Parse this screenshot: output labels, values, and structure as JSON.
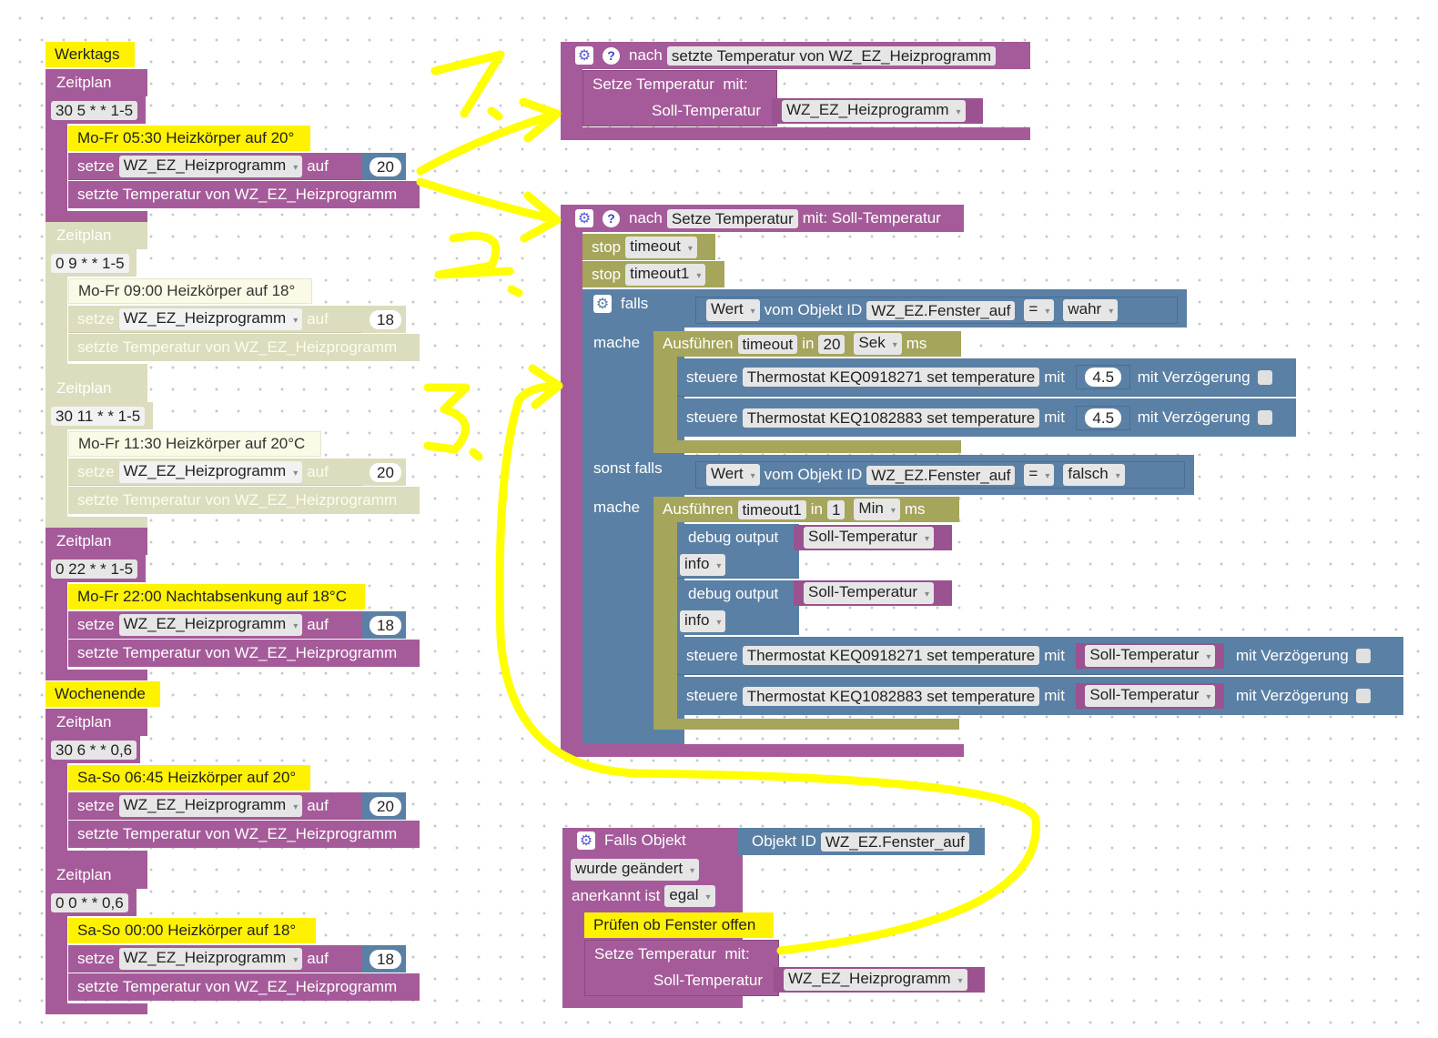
{
  "left": {
    "werktags": "Werktags",
    "wochenende": "Wochenende",
    "zeitplan": "Zeitplan",
    "setze": "setze",
    "auf": "auf",
    "var": "WZ_EZ_Heizprogramm",
    "call": "setzte Temperatur von WZ_EZ_Heizprogramm",
    "schedules": [
      {
        "cron": "30 5 * * 1-5",
        "comment": "Mo-Fr 05:30 Heizkörper auf 20°",
        "value": "20"
      },
      {
        "cron": "0 9 * * 1-5",
        "comment": "Mo-Fr 09:00 Heizkörper auf 18°",
        "value": "18"
      },
      {
        "cron": "30 11 * * 1-5",
        "comment": "Mo-Fr 11:30 Heizkörper auf 20°C",
        "value": "20"
      },
      {
        "cron": "0 22 * * 1-5",
        "comment": "Mo-Fr 22:00 Nachtabsenkung auf 18°C",
        "value": "18"
      },
      {
        "cron": "30 6 * * 0,6",
        "comment": "Sa-So 06:45 Heizkörper auf 20°",
        "value": "20"
      },
      {
        "cron": "0 0 * * 0,6",
        "comment": "Sa-So 00:00 Heizkörper auf 18°",
        "value": "18"
      }
    ]
  },
  "func1": {
    "nach": "nach",
    "name": "setzte Temperatur von WZ_EZ_Heizprogramm",
    "call": "Setze Temperatur",
    "mit": "mit:",
    "param": "Soll-Temperatur",
    "arg": "WZ_EZ_Heizprogramm"
  },
  "func2": {
    "nach": "nach",
    "name": "Setze Temperatur",
    "params": "mit: Soll-Temperatur",
    "stop": "stop",
    "timeout": "timeout",
    "timeout1": "timeout1",
    "falls": "falls",
    "sonst_falls": "sonst falls",
    "mache": "mache",
    "wert": "Wert",
    "vom_objekt": "vom Objekt ID",
    "obj_id": "WZ_EZ.Fenster_auf",
    "eq": "=",
    "wahr": "wahr",
    "falsch": "falsch",
    "ausfuehren": "Ausführen",
    "in": "in",
    "ms": "ms",
    "delay1": "20",
    "unit1": "Sek",
    "delay2": "1",
    "unit2": "Min",
    "steuere": "steuere",
    "therm1": "Thermostat KEQ0918271 set temperature",
    "therm2": "Thermostat KEQ1082883 set temperature",
    "mit": "mit",
    "val45": "4.5",
    "mit_verz": "mit Verzögerung",
    "debug": "debug output",
    "info": "info",
    "soll": "Soll-Temperatur"
  },
  "trigger": {
    "falls_objekt": "Falls Objekt",
    "objekt_id": "Objekt ID",
    "obj_id": "WZ_EZ.Fenster_auf",
    "geaendert": "wurde geändert",
    "anerkannt": "anerkannt ist",
    "egal": "egal",
    "comment": "Prüfen ob Fenster offen",
    "call": "Setze Temperatur",
    "mit": "mit:",
    "param": "Soll-Temperatur",
    "arg": "WZ_EZ_Heizprogramm"
  },
  "colors": {
    "procedure": "#a55b99",
    "logic": "#5b80a5",
    "timer": "#a5a55b",
    "comment": "#fff200",
    "annotation": "#ffff00"
  }
}
